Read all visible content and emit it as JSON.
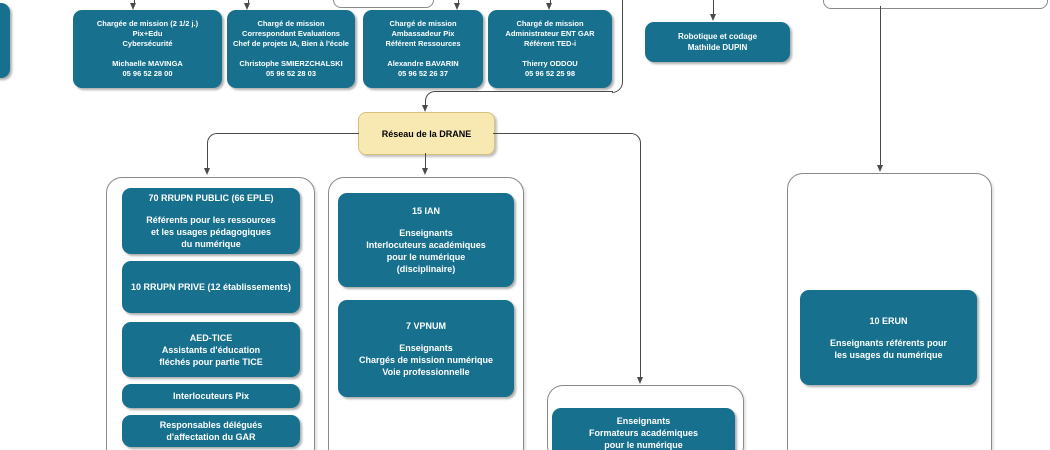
{
  "colors": {
    "node_fill": "#16708e",
    "node_text": "#ffffff",
    "hub_fill": "#f8e9b3",
    "hub_border": "#d7c27b",
    "hub_text": "#000000",
    "container_border": "#8a8a8a",
    "connector": "#4a4a4a"
  },
  "top_row": {
    "boxes": [
      {
        "role_lines": [
          "Chargée de mission (2 1/2 j.)",
          "Pix+Edu",
          "Cybersécurité"
        ],
        "contact_lines": [
          "Michaelle MAVINGA",
          "05 96 52 28 00"
        ]
      },
      {
        "role_lines": [
          "Chargé de mission",
          "Correspondant Evaluations",
          "Chef de projets IA, Bien à l'école"
        ],
        "contact_lines": [
          "Christophe SMIERZCHALSKI",
          "05 96 52 28 03"
        ]
      },
      {
        "role_lines": [
          "Chargé de mission",
          "Ambassadeur Pix",
          "Référent Ressources"
        ],
        "contact_lines": [
          "Alexandre BAVARIN",
          "05 96 52 26 37"
        ]
      },
      {
        "role_lines": [
          "Chargé de mission",
          "Administrateur ENT GAR",
          "Référent TED-i"
        ],
        "contact_lines": [
          "Thierry ODDOU",
          "05 96 52 25 98"
        ]
      }
    ],
    "robotique": {
      "lines": [
        "Robotique et codage",
        "Mathilde DUPIN"
      ]
    }
  },
  "hub": {
    "label": "Réseau de la DRANE"
  },
  "groups": {
    "rrupn": {
      "boxes": [
        {
          "title_lines": [
            "70 RRUPN PUBLIC (66 EPLE)"
          ],
          "body_lines": [
            "Référents pour les ressources",
            "et les usages pédagogiques",
            "du numérique"
          ]
        },
        {
          "title_lines": [
            "10 RRUPN PRIVE (12 établissements)"
          ],
          "body_lines": []
        },
        {
          "title_lines": [
            "AED-TICE",
            "Assistants d'éducation",
            "fléchés pour partie TICE"
          ],
          "body_lines": []
        },
        {
          "title_lines": [
            "Interlocuteurs Pix"
          ],
          "body_lines": []
        },
        {
          "title_lines": [
            "Responsables délégués",
            "d'affectation du GAR"
          ],
          "body_lines": []
        }
      ]
    },
    "ian_vpnum": {
      "boxes": [
        {
          "title_lines": [
            "15 IAN"
          ],
          "body_lines": [
            "Enseignants",
            "Interlocuteurs académiques",
            "pour le numérique",
            "(disciplinaire)"
          ]
        },
        {
          "title_lines": [
            "7 VPNUM"
          ],
          "body_lines": [
            "Enseignants",
            "Chargés de mission numérique",
            "Voie professionnelle"
          ]
        }
      ]
    },
    "formateurs": {
      "boxes": [
        {
          "title_lines": [
            "Enseignants",
            "Formateurs académiques",
            "pour le numérique"
          ],
          "body_lines": []
        }
      ]
    },
    "erun": {
      "boxes": [
        {
          "title_lines": [
            "10 ERUN"
          ],
          "body_lines": [
            "Enseignants référents pour",
            "les usages du numérique"
          ]
        }
      ]
    }
  }
}
